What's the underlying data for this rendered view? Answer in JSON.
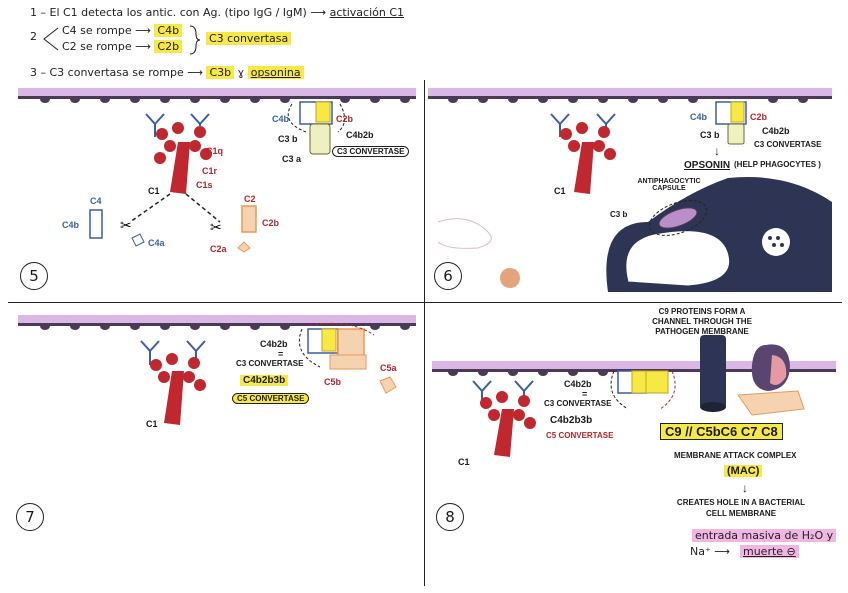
{
  "header": {
    "line1_num": "1 –",
    "line1_text": "El C1 detecta los antic. con Ag. (tipo IgG / IgM)",
    "line1_arrow": "⟶",
    "line1_result": "activación C1",
    "line2_num": "2",
    "line2a_text": "C4 se rompe ⟶",
    "line2a_result": "C4b",
    "line2b_text": "C2 se rompe ⟶",
    "line2b_result": "C2b",
    "line2_brace_result": "C3 convertasa",
    "line3_num": "3 –",
    "line3_text": "C3 convertasa se rompe ⟶",
    "line3_result_a": "C3b",
    "line3_result_amp": "ɣ",
    "line3_result_b": "opsonina"
  },
  "panel5": {
    "number": "5",
    "labels": {
      "c1q": "C1q",
      "c1r": "C1r",
      "c1s": "C1s",
      "c1": "C1",
      "c4": "C4",
      "c4b": "C4b",
      "c4a": "C4a",
      "c2": "C2",
      "c2b": "C2b",
      "c2a": "C2a",
      "top_c4b": "C4b",
      "top_c2b": "C2b",
      "c3b": "C3 b",
      "c3a": "C3 a",
      "c4b2b": "C4b2b",
      "c3conv": "C3 CONVERTASE"
    }
  },
  "panel6": {
    "number": "6",
    "labels": {
      "c4b": "C4b",
      "c2b": "C2b",
      "c3b": "C3 b",
      "c4b2b": "C4b2b",
      "c3conv": "C3 CONVERTASE",
      "arrow": "↓",
      "opsonin": "OPSONIN",
      "help": "(HELP PHAGOCYTES )",
      "capsule": "ANTIPHAGOCYTIC CAPSULE",
      "c3b_small": "C3 b",
      "c1": "C1"
    }
  },
  "panel7": {
    "number": "7",
    "labels": {
      "c4b2b": "C4b2b",
      "eq": "=",
      "c3conv": "C3 CONVERTASE",
      "c4b2b3b": "C4b2b3b",
      "c5conv": "C5 CONVERTASE",
      "c5b": "C5b",
      "c5a": "C5a",
      "c1": "C1"
    }
  },
  "panel8": {
    "number": "8",
    "labels": {
      "c9_title": "C9 PROTEINS FORM A CHANNEL THROUGH THE PATHOGEN MEMBRANE",
      "c4b2b": "C4b2b",
      "eq": "=",
      "c3conv": "C3 CONVERTASE",
      "c4b2b3b": "C4b2b3b",
      "c5conv": "C5 CONVERTASE",
      "c1": "C1",
      "mac_formula_a": "C9",
      "mac_formula_sep": "//",
      "mac_formula_b": "C5bC6 C7 C8",
      "mac_name": "MEMBRANE ATTACK COMPLEX",
      "mac_abbr": "(MAC)",
      "arrow": "↓",
      "hole": "CREATES HOLE IN A BACTERIAL CELL MEMBRANE",
      "result1": "entrada masiva de H₂O y",
      "result2a": "Na⁺ ⟶",
      "result2b": "muerte ⊖"
    }
  },
  "colors": {
    "membrane": "#d9b8e6",
    "membrane_dark": "#4a3a55",
    "red_protein": "#c0282f",
    "blue_protein": "#3a5ea8",
    "highlight_yellow": "#f6e945",
    "highlight_pink": "#f1b6e4",
    "navy_channel": "#2e3554",
    "orange_protein": "#e79a5a"
  }
}
